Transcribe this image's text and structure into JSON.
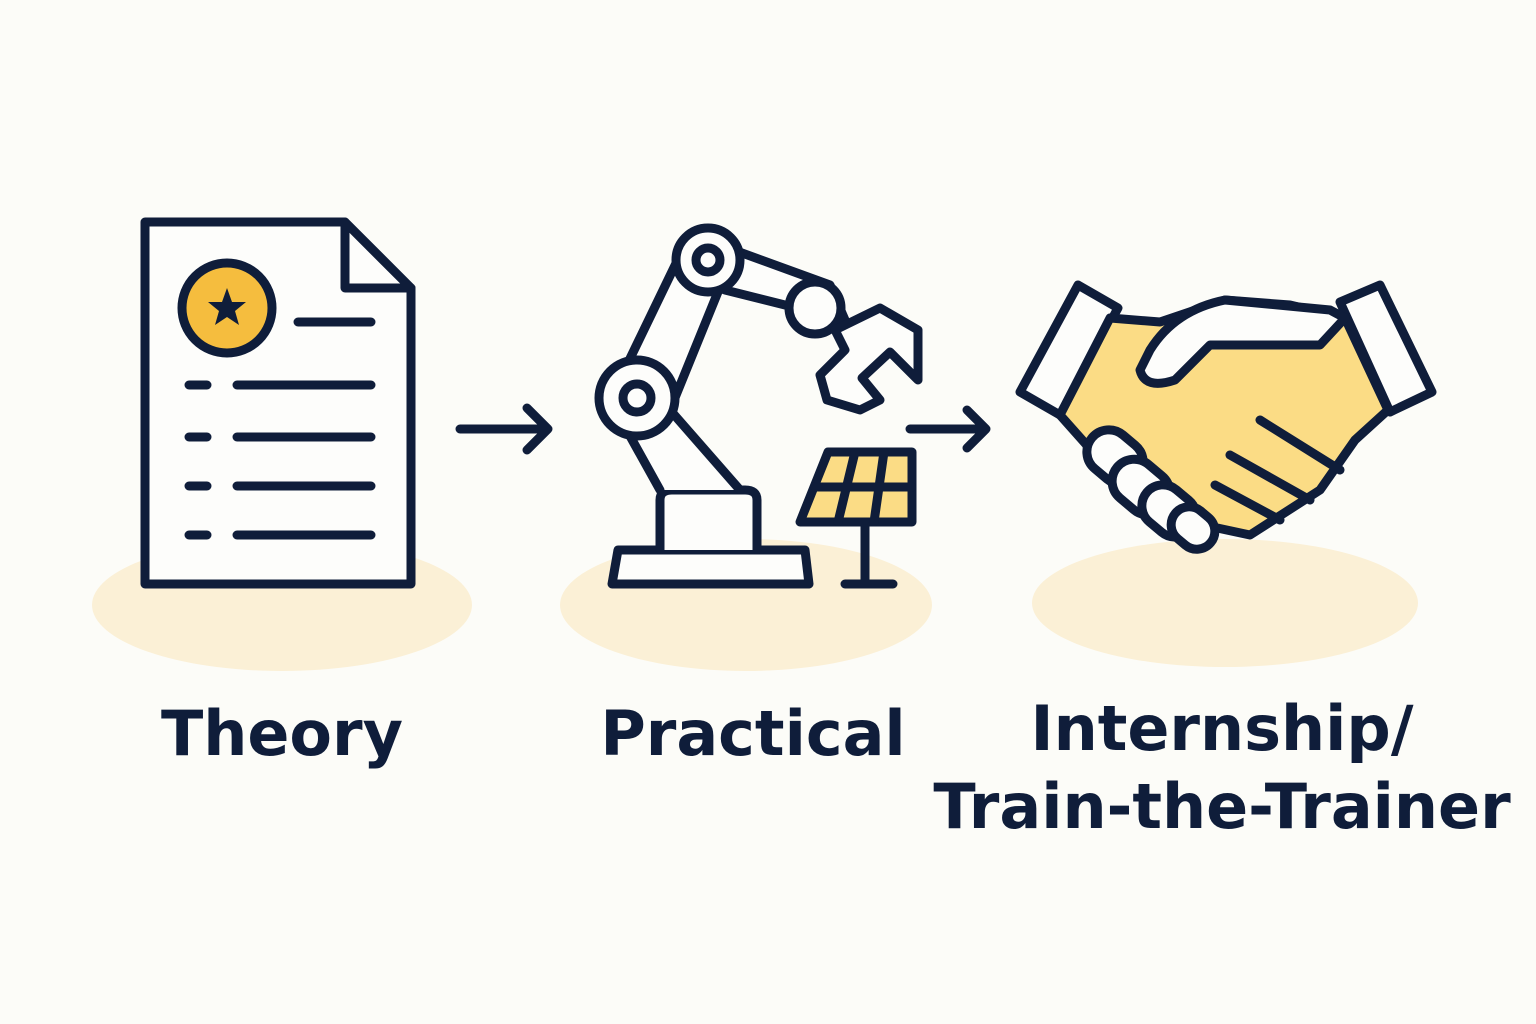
{
  "steps": [
    {
      "label": "Theory",
      "icon": "certificate-document-icon"
    },
    {
      "label": "Practical",
      "icon": "robot-arm-solar-panel-icon"
    },
    {
      "label_line1": "Internship/",
      "label_line2": "Train-the-Trainer",
      "icon": "handshake-icon"
    }
  ],
  "colors": {
    "navy": "#0f1d3a",
    "gold": "#f5bd3e",
    "light_yellow": "#fbdc85",
    "shadow": "#fbf0d6",
    "background": "#fcfcf8"
  }
}
